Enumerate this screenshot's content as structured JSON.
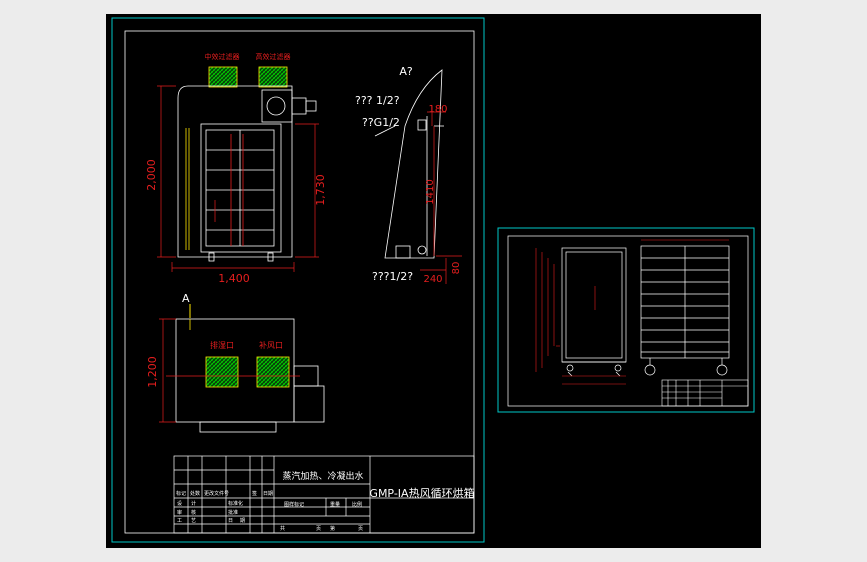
{
  "colors": {
    "background": "#000000",
    "frame": "#ffffff",
    "border": "#00c8c8",
    "line": "#ffffff",
    "dim": "#e61e1e",
    "accent": "#ffe600",
    "hatch": "#00e000",
    "section": "#00b0b0"
  },
  "labels": {
    "filter_left": "中效过滤器",
    "filter_right": "高效过滤器",
    "side_view_title": "A?",
    "pipe_steam": "??? 1/2?",
    "pipe_g": "??G1/2",
    "pipe_drain": "???1/2?",
    "arrow_a": "A",
    "outlet": "排湿口",
    "inlet": "补风口",
    "note": "蒸汽加热、冷凝出水",
    "product_title": "GMP-ⅠA热风循环烘箱"
  },
  "dimensions": {
    "height_total": "2,000",
    "height_inner": "1,730",
    "width_front": "1,400",
    "depth_plan": "1,200",
    "side_180": "180",
    "side_1410": "1410",
    "side_240": "240",
    "side_80": "80"
  },
  "title_block": {
    "row1": [
      "标记",
      "处数",
      "更改文件号",
      "签",
      "日期"
    ],
    "row2": [
      "设",
      "计",
      "标准化"
    ],
    "row3": [
      "审",
      "核",
      "批准"
    ],
    "row4": [
      "工",
      "艺",
      "日",
      "期"
    ],
    "stage_label": "图样标记",
    "weight_label": "重量",
    "scale_label": "比例",
    "sheet_1": "共",
    "sheet_2": "页",
    "sheet_3": "第",
    "sheet_4": "页"
  }
}
